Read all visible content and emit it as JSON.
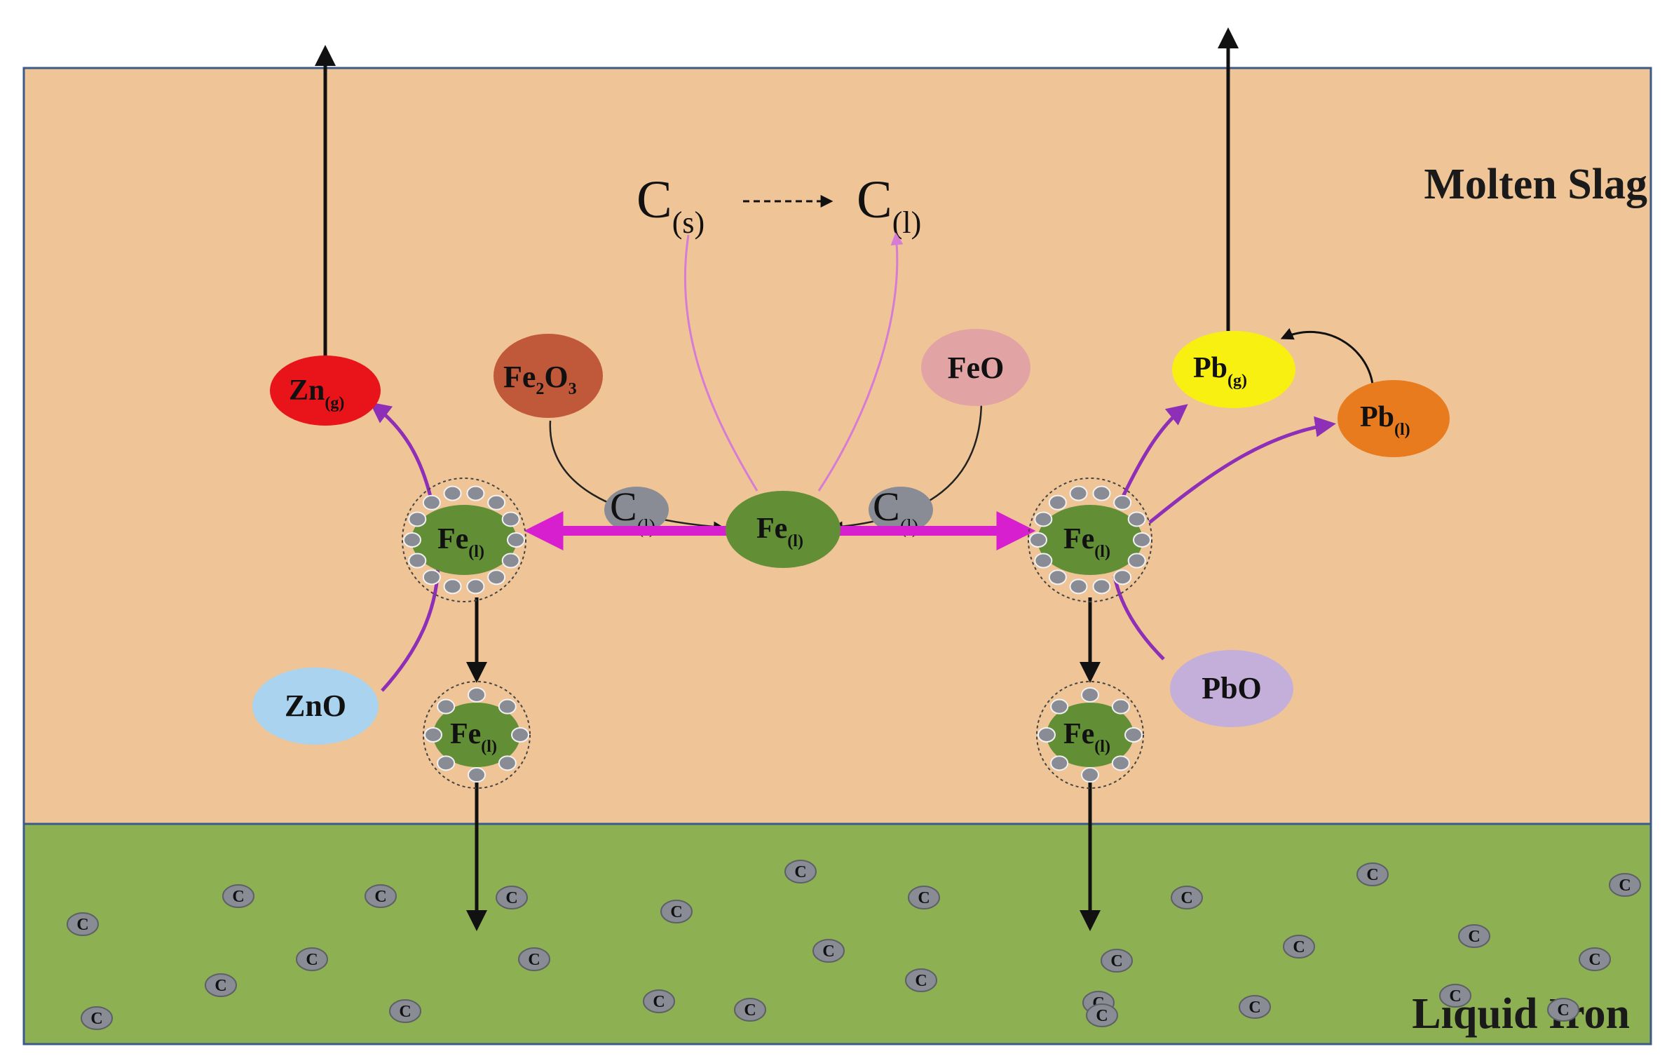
{
  "regions": {
    "slag_label": "Molten Slag",
    "iron_label": "Liquid Iron",
    "slag_color": "#EFC597",
    "iron_color": "#8DB152",
    "border_color": "#3B5A8A"
  },
  "carbon_transition": {
    "from_base": "C",
    "from_sub": "(s)",
    "to_base": "C",
    "to_sub": "(l)"
  },
  "species": {
    "zn_g": {
      "base": "Zn",
      "sub": "(g)",
      "color": "#E8141A"
    },
    "fe2o3": {
      "base": "Fe",
      "sub1": "2",
      "mid": "O",
      "sub2": "3",
      "color": "#C0593A"
    },
    "feo": {
      "base": "FeO",
      "color": "#E2A3A5"
    },
    "pb_g": {
      "base": "Pb",
      "sub": "(g)",
      "color": "#F8F010"
    },
    "pb_l": {
      "base": "Pb",
      "sub": "(l)",
      "color": "#E87B1D"
    },
    "zno": {
      "base": "ZnO",
      "color": "#A9D3EE"
    },
    "pbo": {
      "base": "PbO",
      "color": "#C4AEDA"
    },
    "c_l_left": {
      "base": "C",
      "sub": "(l)"
    },
    "c_l_right": {
      "base": "C",
      "sub": "(l)"
    }
  },
  "iron_droplets": {
    "base": "Fe",
    "sub": "(l)",
    "color": "#628E36"
  },
  "dissolved_carbon": {
    "label": "C",
    "color": "#8A8C95"
  },
  "colors": {
    "purple_arrow": "#8E2FB8",
    "magenta_arrow": "#D81FCF",
    "pink_arrow": "#D67BD6"
  }
}
